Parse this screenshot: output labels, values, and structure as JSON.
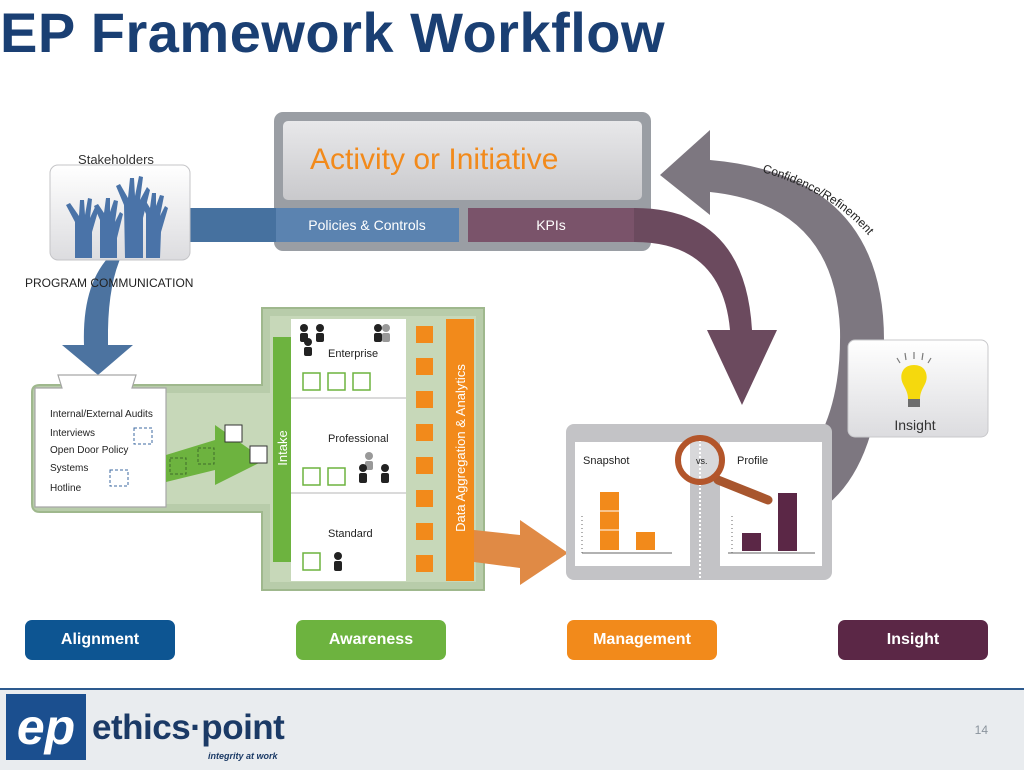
{
  "title": "EP Framework Workflow",
  "activity": {
    "title": "Activity or Initiative",
    "policies_label": "Policies & Controls",
    "kpis_label": "KPIs"
  },
  "stakeholders": {
    "label": "Stakeholders",
    "program_label": "PROGRAM COMMUNICATION"
  },
  "channels": [
    "Internal/External Audits",
    "Interviews",
    "Open Door Policy",
    "Systems",
    "Hotline"
  ],
  "intake": {
    "label": "Intake",
    "tiers": [
      "Enterprise",
      "Professional",
      "Standard"
    ],
    "analytics_label": "Data Aggregation & Analytics"
  },
  "management": {
    "snapshot_label": "Snapshot",
    "vs_label": "vs.",
    "profile_label": "Profile"
  },
  "insight": {
    "label": "Insight",
    "feedback_label": "Confidence/Refinement"
  },
  "phases": [
    {
      "label": "Alignment",
      "color": "#0d5592"
    },
    {
      "label": "Awareness",
      "color": "#6db33f"
    },
    {
      "label": "Management",
      "color": "#f28a1b"
    },
    {
      "label": "Insight",
      "color": "#5b2746"
    }
  ],
  "footer": {
    "brand": "ethics·point",
    "tagline": "integrity at work",
    "page_number": "14"
  },
  "colors": {
    "navy": "#1a3f73",
    "blue": "#3c6aa0",
    "green": "#6db33f",
    "orange": "#f28a1b",
    "plum": "#6b4a5e"
  }
}
